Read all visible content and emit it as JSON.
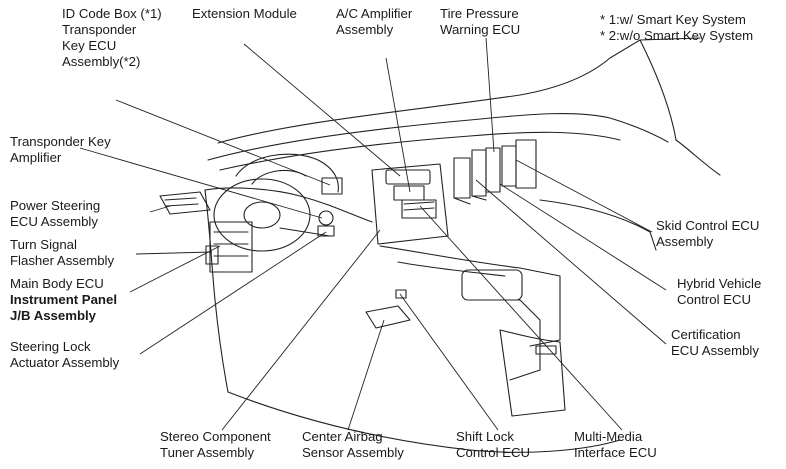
{
  "notes": [
    "* 1:w/ Smart Key System",
    "* 2:w/o Smart Key System"
  ],
  "labels": {
    "id_code_box": [
      "ID Code Box (*1)",
      "Transponder",
      "Key ECU",
      "Assembly(*2)"
    ],
    "extension_module": [
      "Extension Module"
    ],
    "ac_amplifier": [
      "A/C Amplifier",
      "Assembly"
    ],
    "tire_pressure": [
      "Tire Pressure",
      "Warning ECU"
    ],
    "transponder_amplifier": [
      "Transponder Key",
      "Amplifier"
    ],
    "power_steering": [
      "Power Steering",
      "ECU Assembly"
    ],
    "turn_signal": [
      "Turn Signal",
      "Flasher Assembly"
    ],
    "main_body_ecu": [
      "Main Body ECU"
    ],
    "instrument_panel_jb": [
      "Instrument Panel",
      "J/B Assembly"
    ],
    "steering_lock": [
      "Steering Lock",
      "Actuator Assembly"
    ],
    "stereo_tuner": [
      "Stereo Component",
      "Tuner Assembly"
    ],
    "center_airbag": [
      "Center Airbag",
      "Sensor Assembly"
    ],
    "shift_lock": [
      "Shift Lock",
      "Control ECU"
    ],
    "multi_media": [
      "Multi-Media",
      "Interface ECU"
    ],
    "skid_control": [
      "Skid Control ECU",
      "Assembly"
    ],
    "hybrid_vehicle": [
      "Hybrid Vehicle",
      "Control ECU"
    ],
    "certification": [
      "Certification",
      "ECU Assembly"
    ]
  }
}
